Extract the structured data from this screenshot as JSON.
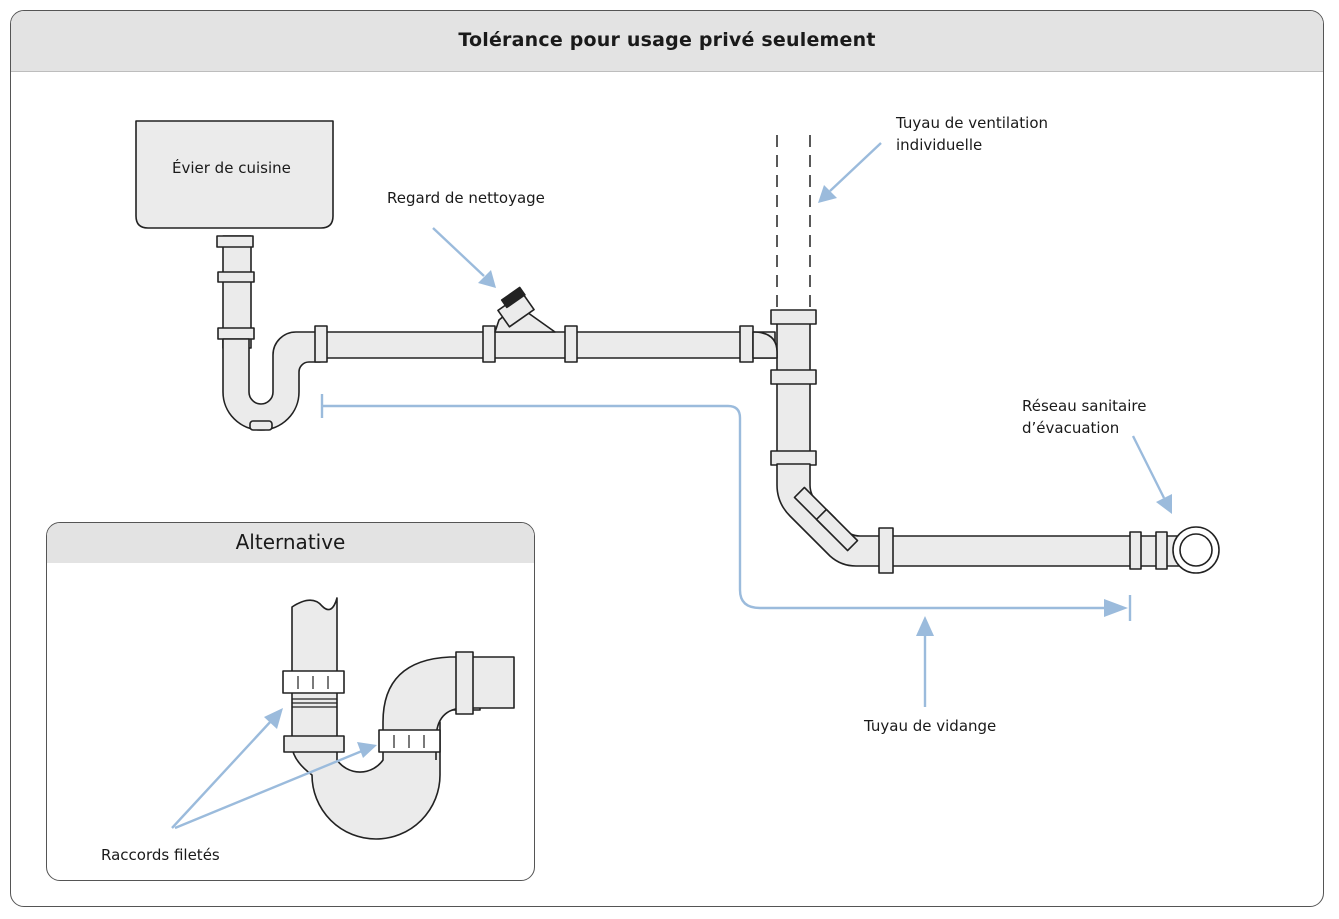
{
  "title": "Tolérance pour usage privé seulement",
  "labels": {
    "sink": "Évier de cuisine",
    "cleanout": "Regard de nettoyage",
    "vent_line1": "Tuyau de ventilation",
    "vent_line2": "individuelle",
    "sewer_line1": "Réseau sanitaire",
    "sewer_line2": "d’évacuation",
    "drain": "Tuyau de vidange"
  },
  "alternative": {
    "title": "Alternative",
    "threaded_fittings": "Raccords filetés"
  },
  "colors": {
    "pipe_fill": "#ebebeb",
    "outline": "#222222",
    "arrow": "#9bbbdc",
    "header_bg": "#e3e3e3"
  }
}
